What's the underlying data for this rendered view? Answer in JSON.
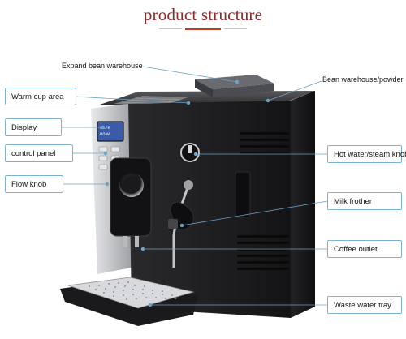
{
  "title": "product structure",
  "labels": {
    "expand_bean_warehouse": "Expand bean warehouse",
    "bean_warehouse_powder": "Bean warehouse/powder",
    "warm_cup_area": "Warm cup area",
    "display": "Display",
    "control_panel": "control panel",
    "flow_knob": "Flow knob",
    "hot_water_steam_knob": "Hot water/steam knob",
    "milk_frother": "Milk frother",
    "coffee_outlet": "Coffee outlet",
    "waste_water_tray": "Waste water tray"
  },
  "panel_text": [
    "CAFE",
    "ROMA"
  ],
  "colors": {
    "title": "#8a2a2a",
    "accent": "#c0392b",
    "box_border": "#7fb2d2",
    "leader": "#6ea3c6",
    "machine_body": "#1b1b1d",
    "silver": "#c9cacd"
  }
}
